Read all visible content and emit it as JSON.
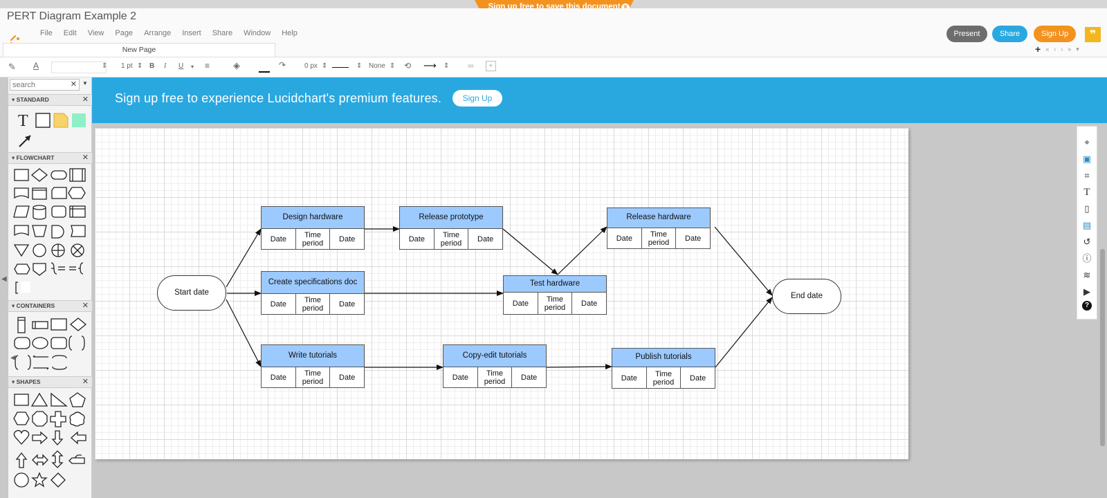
{
  "app": {
    "doc_title": "PERT Diagram Example 2",
    "promo_tab": "Sign up free to save this document",
    "menu": [
      "File",
      "Edit",
      "View",
      "Page",
      "Arrange",
      "Insert",
      "Share",
      "Window",
      "Help"
    ],
    "present_label": "Present",
    "share_label": "Share",
    "signup_label": "Sign Up",
    "page_tab": "New Page"
  },
  "toolbar": {
    "line_width": "1 pt",
    "bold": "B",
    "italic": "I",
    "underline": "U",
    "spacing": "0 px",
    "arrow_start": "None"
  },
  "sidebar": {
    "search_placeholder": "search",
    "sections": [
      "STANDARD",
      "FLOWCHART",
      "CONTAINERS",
      "SHAPES"
    ]
  },
  "banner": {
    "text": "Sign up free to experience Lucidchart's premium features.",
    "button": "Sign Up"
  },
  "diagram": {
    "start": "Start date",
    "end": "End date",
    "cell_date": "Date",
    "cell_time_l1": "Time",
    "cell_time_l2": "period",
    "tasks": [
      "Design hardware",
      "Release prototype",
      "Release hardware",
      "Create specifications doc",
      "Test hardware",
      "Write tutorials",
      "Copy-edit tutorials",
      "Publish tutorials"
    ]
  },
  "colors": {
    "accent_blue": "#29a8e0",
    "accent_orange": "#f3921f",
    "task_header": "#9ccaff"
  }
}
